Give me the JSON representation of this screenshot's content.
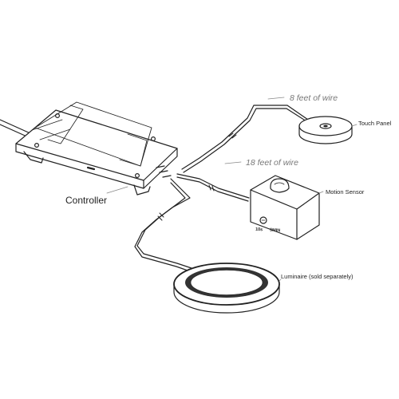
{
  "diagram": {
    "labels": {
      "controller": "Controller",
      "touch_panel": "Touch Panel",
      "motion_sensor": "Motion Sensor",
      "luminaire": "Luminaire (sold separately)"
    },
    "wire_lengths": {
      "touch_panel": "8 feet of wire",
      "motion_sensor": "18 feet of wire"
    },
    "sensor_markings": {
      "left": "10s",
      "right": "5MIN"
    }
  },
  "colors": {
    "line": "#222222",
    "annotation": "#777777",
    "background": "#ffffff",
    "lamp_ring": "#333333",
    "lamp_lens": "#ffffff"
  }
}
